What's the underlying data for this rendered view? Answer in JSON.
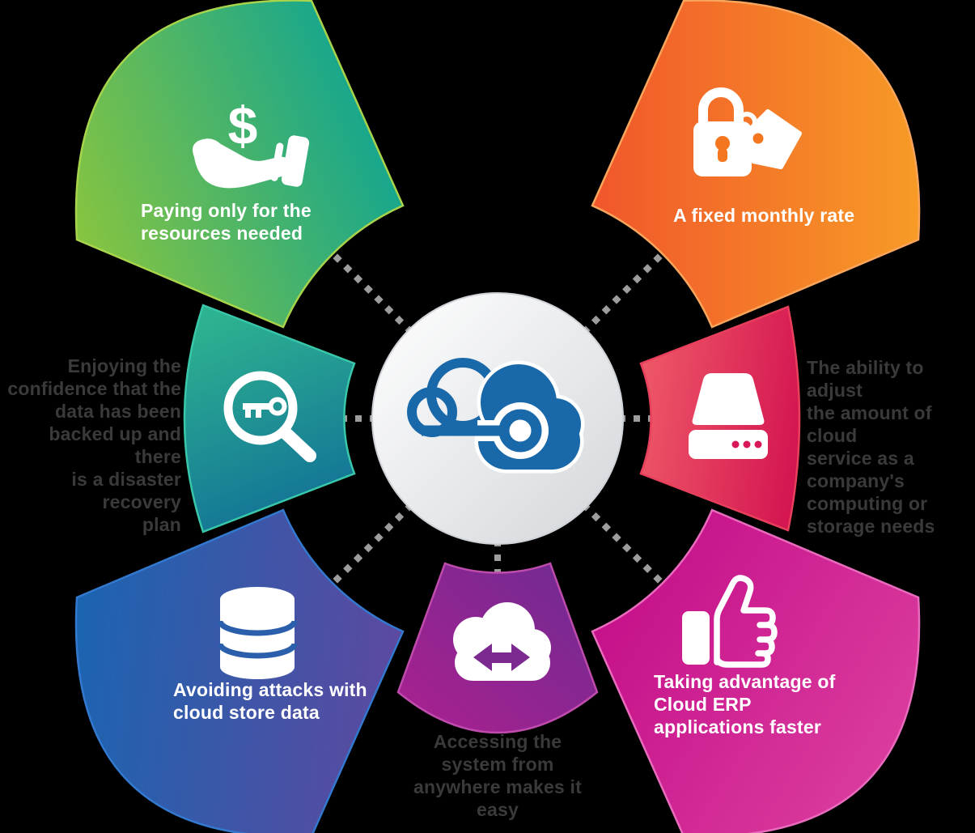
{
  "background_color": "#000000",
  "connector_color": "#9d9d9d",
  "center": {
    "icon": "cloud-network-icon",
    "cloud_color": "#1968a9",
    "circle_colors": {
      "from": "#ffffff",
      "to": "#d3d6da"
    }
  },
  "segments": [
    {
      "id": "pay-per-use",
      "position": "top-left",
      "icon": "hand-dollar-icon",
      "icon_glyph": "$",
      "label": "Paying only for the\nresources needed",
      "label_color": "#ffffff",
      "colors": {
        "from": "#86c440",
        "to": "#0aa396",
        "stroke": "#a8d44b"
      }
    },
    {
      "id": "fixed-monthly-rate",
      "position": "top-right",
      "icon": "lock-price-tag-icon",
      "label": "A fixed monthly rate",
      "label_color": "#ffffff",
      "colors": {
        "from": "#f1562b",
        "to": "#f79b26",
        "stroke": "#f9a55c"
      }
    },
    {
      "id": "backup-recovery",
      "position": "left",
      "icon": "magnifier-key-icon",
      "label": "Enjoying the\nconfidence that the\ndata has been\nbacked up and there\nis a disaster recovery\nplan",
      "label_color": "#3a3a3a",
      "colors": {
        "from": "#2db290",
        "to": "#116f97",
        "stroke": "#38c7a9"
      }
    },
    {
      "id": "adjust-cloud-service",
      "position": "right",
      "icon": "hard-drive-icon",
      "label": "The ability to adjust\nthe amount of cloud\nservice as a\ncompany's\ncomputing or\nstorage needs",
      "label_color": "#3a3a3a",
      "colors": {
        "from": "#ee5767",
        "to": "#d41551",
        "stroke": "#e8405c"
      }
    },
    {
      "id": "avoid-attacks",
      "position": "bottom-left",
      "icon": "database-icon",
      "label": "Avoiding attacks with\ncloud store data",
      "label_color": "#ffffff",
      "colors": {
        "from": "#1c64b0",
        "to": "#5d49a0",
        "stroke": "#3279cf"
      }
    },
    {
      "id": "access-anywhere",
      "position": "bottom-center",
      "icon": "cloud-sync-icon",
      "label": "Accessing the\nsystem from\nanywhere makes it\neasy",
      "label_color": "#383838",
      "colors": {
        "from": "#ab2090",
        "to": "#6e2b92",
        "stroke": "#bf4bad"
      }
    },
    {
      "id": "cloud-erp-faster",
      "position": "bottom-right",
      "icon": "thumbs-up-icon",
      "label": "Taking advantage of\nCloud ERP\napplications faster",
      "label_color": "#ffffff",
      "colors": {
        "from": "#c40d89",
        "to": "#dc3f9f",
        "stroke": "#e96bbd"
      }
    }
  ]
}
